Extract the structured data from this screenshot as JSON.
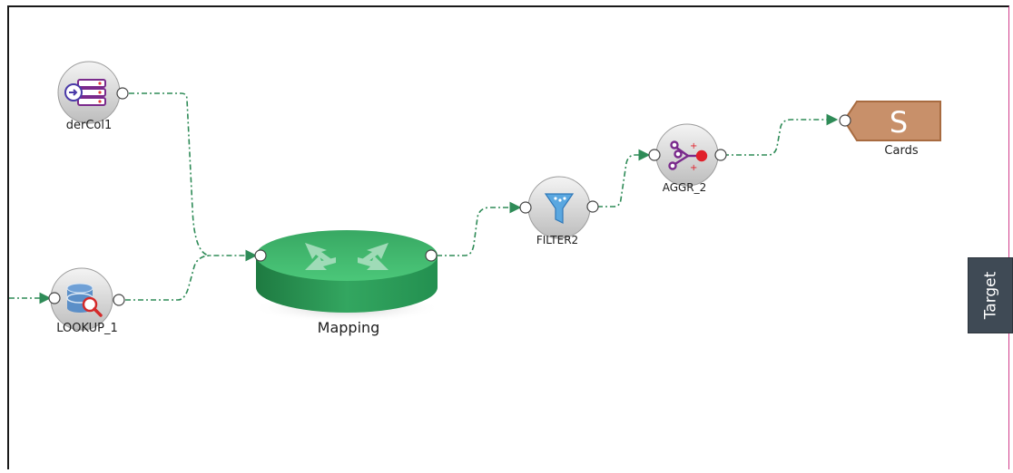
{
  "diagram": {
    "nodes": {
      "dercol": {
        "label": "derCol1"
      },
      "lookup": {
        "label": "LOOKUP_1"
      },
      "mapping": {
        "label": "Mapping"
      },
      "filter": {
        "label": "FILTER2"
      },
      "aggr": {
        "label": "AGGR_2"
      },
      "cards": {
        "label": "Cards",
        "glyph": "S"
      }
    },
    "connections": [
      {
        "from": "dercol",
        "to": "mapping"
      },
      {
        "from": "lookup",
        "to": "mapping"
      },
      {
        "from": "mapping",
        "to": "filter"
      },
      {
        "from": "filter",
        "to": "aggr"
      },
      {
        "from": "aggr",
        "to": "cards"
      }
    ]
  },
  "side_panel": {
    "target_label": "Target"
  },
  "colors": {
    "connector": "#2e8b57",
    "mapping_green": "#2f9d5a",
    "cards_fill": "#c8906a",
    "icon_purple": "#7a2a8c",
    "tab_bg": "#3f4a55"
  }
}
